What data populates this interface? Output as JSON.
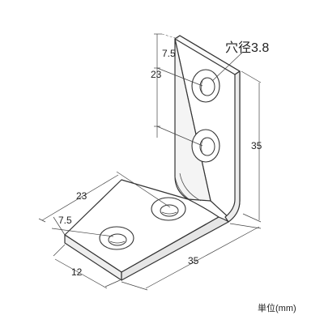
{
  "diagram": {
    "hole_label": "穴径3.8",
    "unit_label": "単位(mm)",
    "dims": {
      "vertical_hole_top": "7.5",
      "vertical_hole_spacing": "23",
      "vertical_height": "35",
      "horizontal_hole_spacing": "23",
      "horizontal_hole_edge": "7.5",
      "width": "12",
      "horizontal_length": "35"
    }
  }
}
